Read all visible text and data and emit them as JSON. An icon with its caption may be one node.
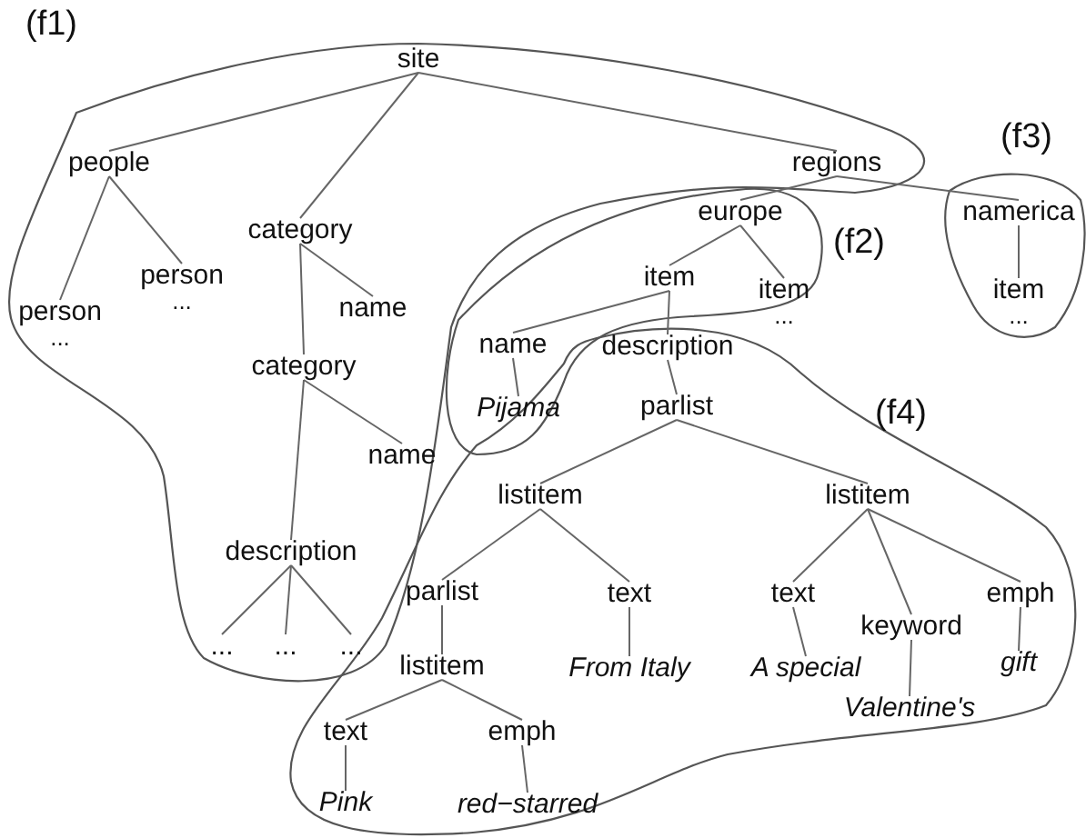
{
  "diagram": {
    "nodes": [
      {
        "text": [
          "site"
        ]
      },
      {
        "text": [
          "people"
        ]
      },
      {
        "text": [
          "person"
        ],
        "beside": [
          "..."
        ]
      },
      {
        "text": [
          "person"
        ],
        "beside": [
          "..."
        ]
      },
      {
        "text": [
          "category"
        ]
      },
      {
        "text": [
          "name"
        ]
      },
      {
        "text": [
          "category"
        ]
      },
      {
        "text": [
          "name"
        ]
      },
      {
        "text": [
          "description"
        ]
      },
      {
        "text": [
          "..."
        ]
      },
      {
        "text": [
          "..."
        ]
      },
      {
        "text": [
          "..."
        ]
      },
      {
        "text": [
          "regions"
        ]
      },
      {
        "text": [
          "europe"
        ]
      },
      {
        "text": [
          "item"
        ]
      },
      {
        "text": [
          "item"
        ],
        "beside": [
          "..."
        ]
      },
      {
        "text": [
          "name"
        ]
      },
      {
        "text": [
          "Pijama"
        ]
      },
      {
        "text": [
          "description"
        ]
      },
      {
        "text": [
          "parlist"
        ]
      },
      {
        "text": [
          "listitem"
        ]
      },
      {
        "text": [
          "listitem"
        ]
      },
      {
        "text": [
          "parlist"
        ]
      },
      {
        "text": [
          "text"
        ]
      },
      {
        "text": [
          "From Italy"
        ]
      },
      {
        "text": [
          "listitem"
        ]
      },
      {
        "text": [
          "text"
        ]
      },
      {
        "text": [
          "Pink"
        ]
      },
      {
        "text": [
          "emph"
        ]
      },
      {
        "text": [
          "red−starred"
        ]
      },
      {
        "text": [
          "text"
        ]
      },
      {
        "text": [
          "A special"
        ]
      },
      {
        "text": [
          "keyword"
        ]
      },
      {
        "text": [
          "Valentine's"
        ]
      },
      {
        "text": [
          "emph"
        ]
      },
      {
        "text": [
          "gift"
        ]
      },
      {
        "text": [
          "namerica"
        ]
      },
      {
        "text": [
          "item"
        ],
        "beside": [
          "..."
        ]
      }
    ],
    "labels": [
      "(f1)",
      "(f3)",
      "(f2)",
      "(f4)"
    ],
    "edges": [
      {
        "from": 0,
        "to": 1,
        "arrow": "none"
      },
      {
        "from": 0,
        "to": 4,
        "arrow": "none"
      },
      {
        "from": 0,
        "to": 12,
        "arrow": "none"
      },
      {
        "from": 1,
        "to": 2,
        "arrow": "none"
      },
      {
        "from": 1,
        "to": 3,
        "arrow": "none"
      },
      {
        "from": 4,
        "to": 5,
        "arrow": "none"
      },
      {
        "from": 4,
        "to": 6,
        "arrow": "none"
      },
      {
        "from": 6,
        "to": 7,
        "arrow": "none"
      },
      {
        "from": 6,
        "to": 8,
        "arrow": "none"
      },
      {
        "from": 8,
        "to": 9,
        "arrow": "none"
      },
      {
        "from": 8,
        "to": 10,
        "arrow": "none"
      },
      {
        "from": 8,
        "to": 11,
        "arrow": "none"
      },
      {
        "from": 12,
        "to": 13,
        "arrow": "none"
      },
      {
        "from": 12,
        "to": 36,
        "arrow": "none"
      },
      {
        "from": 13,
        "to": 14,
        "arrow": "none"
      },
      {
        "from": 13,
        "to": 15,
        "arrow": "none"
      },
      {
        "from": 14,
        "to": 16,
        "arrow": "none"
      },
      {
        "from": 14,
        "to": 18,
        "arrow": "none"
      },
      {
        "from": 16,
        "to": 17,
        "arrow": "none"
      },
      {
        "from": 18,
        "to": 19,
        "arrow": "none"
      },
      {
        "from": 19,
        "to": 20,
        "arrow": "none"
      },
      {
        "from": 19,
        "to": 21,
        "arrow": "none"
      },
      {
        "from": 20,
        "to": 22,
        "arrow": "none"
      },
      {
        "from": 20,
        "to": 23,
        "arrow": "none"
      },
      {
        "from": 23,
        "to": 24,
        "arrow": "none"
      },
      {
        "from": 22,
        "to": 25,
        "arrow": "none"
      },
      {
        "from": 25,
        "to": 26,
        "arrow": "none"
      },
      {
        "from": 25,
        "to": 28,
        "arrow": "none"
      },
      {
        "from": 26,
        "to": 27,
        "arrow": "none"
      },
      {
        "from": 28,
        "to": 29,
        "arrow": "none"
      },
      {
        "from": 21,
        "to": 30,
        "arrow": "none"
      },
      {
        "from": 21,
        "to": 32,
        "arrow": "none"
      },
      {
        "from": 21,
        "to": 34,
        "arrow": "none"
      },
      {
        "from": 30,
        "to": 31,
        "arrow": "none"
      },
      {
        "from": 32,
        "to": 33,
        "arrow": "none"
      },
      {
        "from": 34,
        "to": 35,
        "arrow": "none"
      },
      {
        "from": 36,
        "to": 37,
        "arrow": "none"
      }
    ]
  }
}
